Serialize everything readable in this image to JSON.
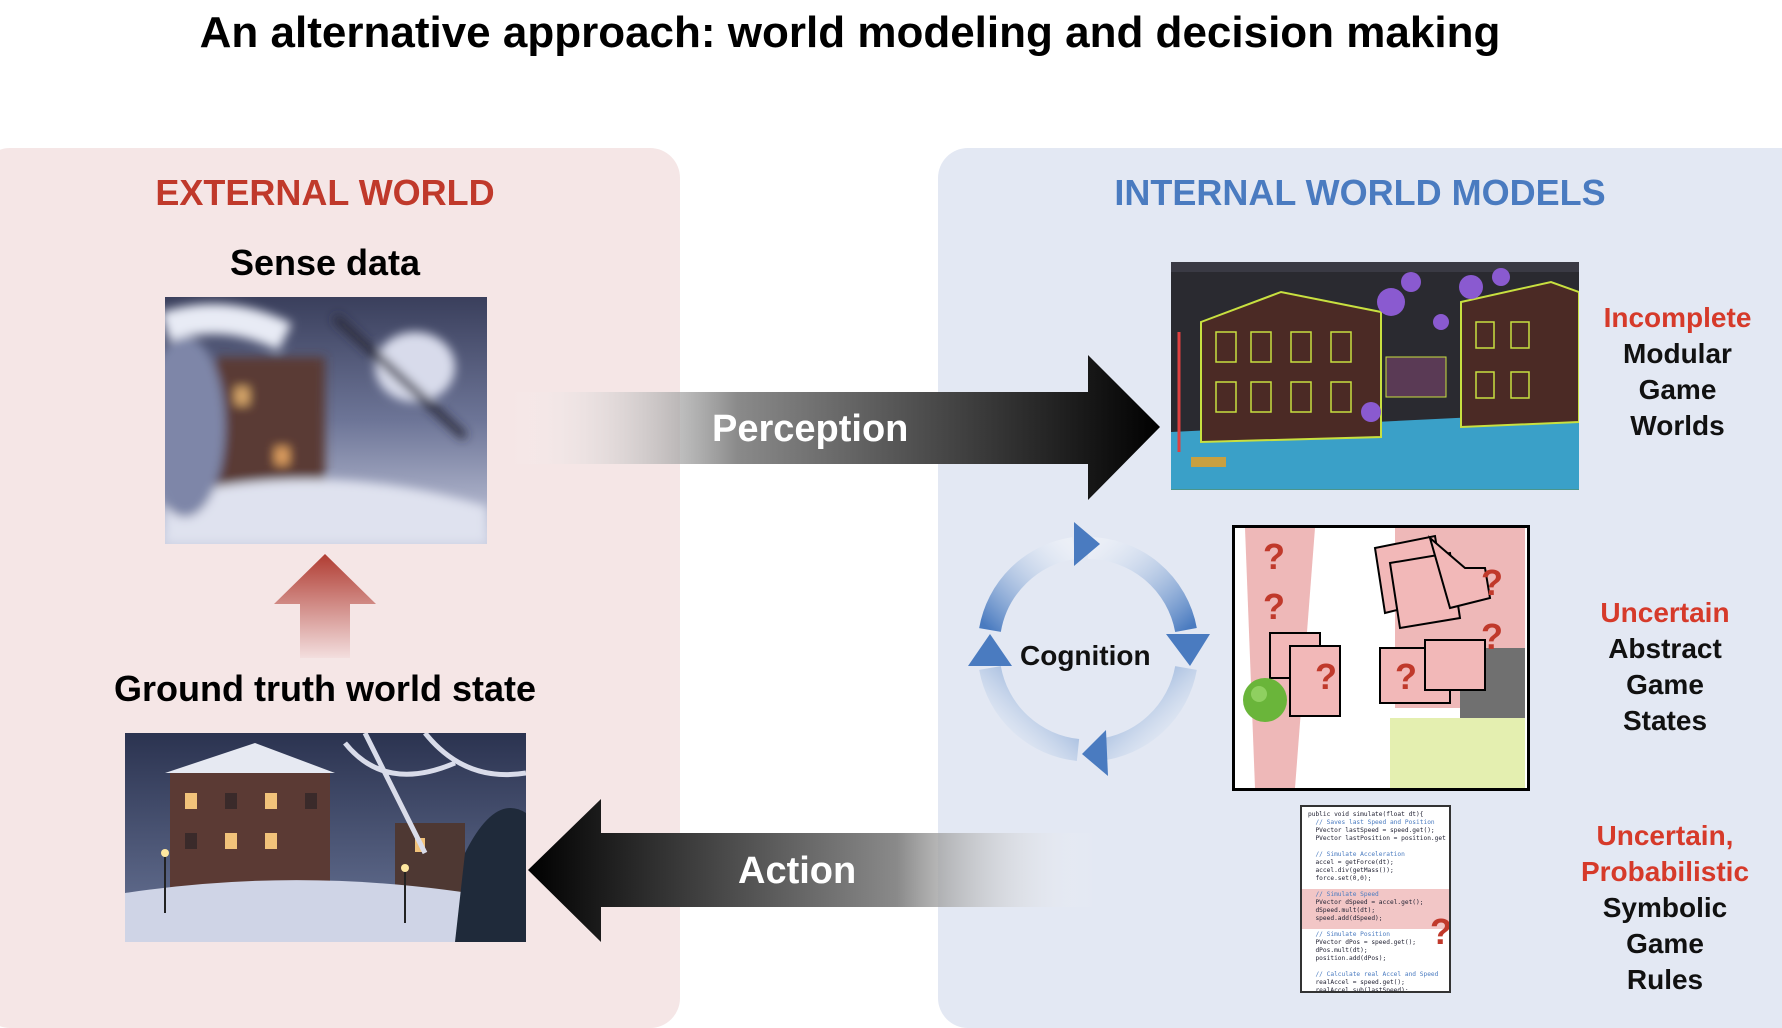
{
  "title": "An alternative approach: world modeling and decision making",
  "external": {
    "heading": "EXTERNAL WORLD",
    "sense_label": "Sense data",
    "ground_label": "Ground truth world state"
  },
  "internal": {
    "heading": "INTERNAL WORLD MODELS",
    "models": [
      {
        "qualifier": "Incomplete",
        "lines": [
          "Modular",
          "Game",
          "Worlds"
        ]
      },
      {
        "qualifier": "Uncertain",
        "lines": [
          "Abstract",
          "Game",
          "States"
        ]
      },
      {
        "qualifier_lines": [
          "Uncertain,",
          "Probabilistic"
        ],
        "lines": [
          "Symbolic",
          "Game",
          "Rules"
        ]
      }
    ]
  },
  "arrows": {
    "perception": "Perception",
    "action": "Action",
    "cognition": "Cognition"
  },
  "question_mark": "?",
  "code_lines": [
    "public void simulate(float dt){",
    "  // Saves last Speed and Position",
    "  PVector lastSpeed = speed.get();",
    "  PVector lastPosition = position.get",
    "",
    "  // Simulate Acceleration",
    "  accel = getForce(dt);",
    "  accel.div(getMass());",
    "  force.set(0,0);",
    "",
    "  // Simulate Speed",
    "  PVector dSpeed = accel.get();",
    "  dSpeed.mult(dt);",
    "  speed.add(dSpeed);",
    "",
    "  // Simulate Position",
    "  PVector dPos = speed.get();",
    "  dPos.mult(dt);",
    "  position.add(dPos);",
    "",
    "  // Calculate real Accel and Speed",
    "  realAccel = speed.get();",
    "  realAccel.sub(lastSpeed);"
  ],
  "colors": {
    "external_heading": "#c0392b",
    "internal_heading": "#4a7bc0",
    "qualifier": "#d63a2a",
    "left_panel": "#f5e6e6",
    "right_panel": "#e3e8f3"
  }
}
